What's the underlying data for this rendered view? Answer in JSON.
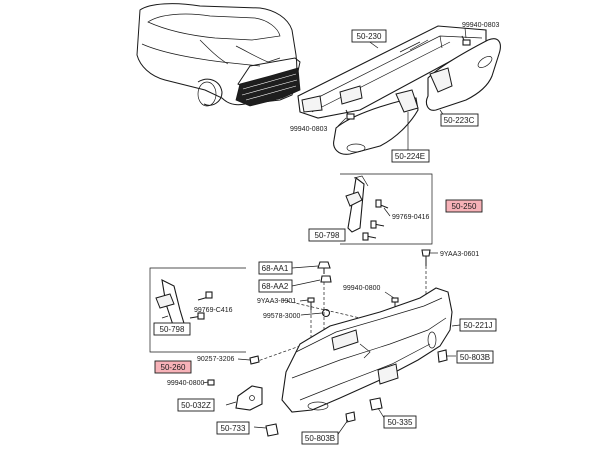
{
  "colors": {
    "highlight": "#f7b2b8",
    "ink": "#1a1a1a",
    "background": "#ffffff"
  },
  "labels": {
    "bumper_reinforcement": "50-230",
    "bolt_top_right": "99940-0803",
    "bolt_left": "99940-0803",
    "bracket_right": "50-223C",
    "bracket_left": "50-224E",
    "side_bracket_right": "50-250",
    "bolt_side_right": "99769-0416",
    "clip_right": "50-798",
    "plug_a": "68-AA1",
    "plug_b": "68-AA2",
    "nut_9yaa3_top": "9YAA3-0601",
    "bolt_9yaa3_left": "9YAA3-0901",
    "bolt_0800": "99940-0800",
    "bolt_3000": "99578-3000",
    "side_bracket_left": "50-260",
    "bolt_side_left": "99769-C416",
    "clip_left": "50-798",
    "bumper_cover": "50-221J",
    "screw_3206": "90257-3206",
    "bolt_0800_lower": "99940-0800",
    "bracket_lower_left": "50-032Z",
    "grommet": "50-733",
    "fastener_803b_right": "50-803B",
    "fastener_335": "50-335",
    "fastener_803b_bottom": "50-803B"
  }
}
